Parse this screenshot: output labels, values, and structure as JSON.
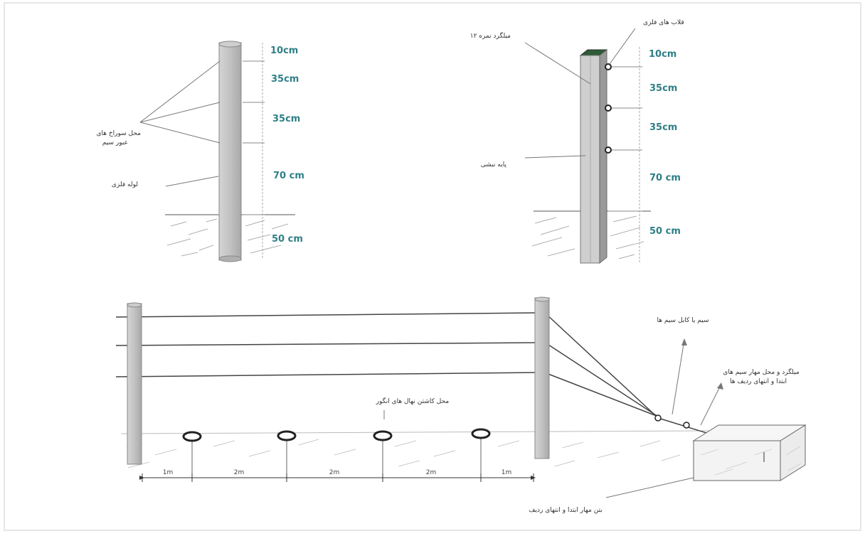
{
  "round_post": {
    "measurements": [
      "10cm",
      "35cm",
      "35cm",
      "70 cm",
      "50 cm"
    ],
    "label_holes": "محل سوراخ های",
    "label_holes_2": "عبور سیم",
    "label_pipe": "لوله فلزی"
  },
  "angle_post": {
    "measurements": [
      "10cm",
      "35cm",
      "35cm",
      "70 cm",
      "50 cm"
    ],
    "label_hooks": "قلاب های فلزی",
    "label_angle": "میلگرد نمره ۱۲",
    "label_base": "پایه نبشی"
  },
  "fence": {
    "label_insulators": "محل کاشتن نهال های انگور",
    "label_top_right": "سیم یا کابل سیم ها",
    "label_tensioner_1": "میلگرد و محل مهار سیم های",
    "label_tensioner_2": "ابتدا و انتهای ردیف ها",
    "label_anchor": "بتن مهار ابتدا و انتهای ردیف",
    "spacings": [
      "1m",
      "2m",
      "2m",
      "2m",
      "1m"
    ]
  }
}
